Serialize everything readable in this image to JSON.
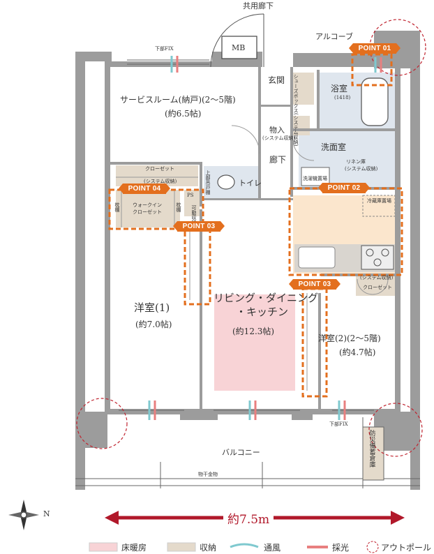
{
  "labels": {
    "corridor_shared": "共用廊下",
    "alcove": "アルコーブ",
    "mb": "MB",
    "entrance": "玄関",
    "bath": "浴室",
    "bath_size": "(1418)",
    "shoes_box": "シューズボックス(システム収納)",
    "storage": "物入",
    "storage_sub": "(システム収納)",
    "hallway": "廊下",
    "washroom": "洗面室",
    "linen": "リネン庫",
    "linen_sub": "(システム収納)",
    "washer": "洗濯機置場",
    "service_room": "サービスルーム(納戸)(2〜5階)",
    "service_room_size": "(約6.5帖)",
    "closet": "クローゼット",
    "closet_sub": "(システム収納)",
    "walkin": "ウォークイン",
    "walkin2": "クローゼット",
    "pillar": "枕棚",
    "toilet": "トイレ",
    "upper_storage": "上部吊戸棚",
    "ps": "PS",
    "movable_storage": "可動収納",
    "fridge": "冷蔵庫置場",
    "ldk1": "リビング・ダイニング",
    "ldk2": "・キッチン",
    "ldk_size": "(約12.3帖)",
    "western1": "洋室(1)",
    "western1_size": "(約7.0帖)",
    "western2": "洋室(2)(2〜5階)",
    "western2_size": "(約4.7帖)",
    "closet2_sub": "(システム収納)",
    "closet2": "クローゼット",
    "balcony": "バルコニー",
    "lower_fix_top": "下部FIX",
    "lower_fix_bottom": "下部FIX",
    "hanger": "物干金物",
    "disaster_storage": "防災備蓄倉庫",
    "width_dim": "約7.5m",
    "compass_n": "N"
  },
  "points": [
    "POINT 01",
    "POINT 02",
    "POINT 03",
    "POINT 03",
    "POINT 04"
  ],
  "legend": [
    {
      "label": "床暖房",
      "icon": "floor-heating-swatch",
      "color": "#f8d3d6"
    },
    {
      "label": "収納",
      "icon": "storage-swatch",
      "color": "#e4dacb"
    },
    {
      "label": "通風",
      "icon": "ventilation-arrow",
      "color": "#7fc9cf"
    },
    {
      "label": "採光",
      "icon": "daylight-arrow",
      "color": "#e87f7f"
    },
    {
      "label": "アウトポール",
      "icon": "outpole-dashed-circle",
      "color": "#c0232f"
    }
  ],
  "colors": {
    "wall": "#9c9c9c",
    "accent_orange": "#e36f1e",
    "floor_heating": "#f8d3d6",
    "storage": "#e4dacb",
    "wet_area": "#dfe6ee",
    "kitchen": "#fbe6cd",
    "dimension": "#b1182a",
    "outpole": "#c0232f"
  }
}
